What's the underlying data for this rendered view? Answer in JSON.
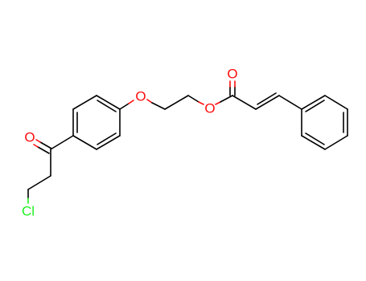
{
  "molecule": {
    "atoms": {
      "ketone_oxygen": {
        "symbol": "O",
        "color": "#ff0d0d"
      },
      "ether_oxygen": {
        "symbol": "O",
        "color": "#ff0d0d"
      },
      "ester_oxygen": {
        "symbol": "O",
        "color": "#ff0d0d"
      },
      "carbonyl_oxygen": {
        "symbol": "O",
        "color": "#ff0d0d"
      },
      "chlorine": {
        "symbol": "Cl",
        "color": "#1ff01f"
      }
    },
    "bond_color": "#000000"
  }
}
